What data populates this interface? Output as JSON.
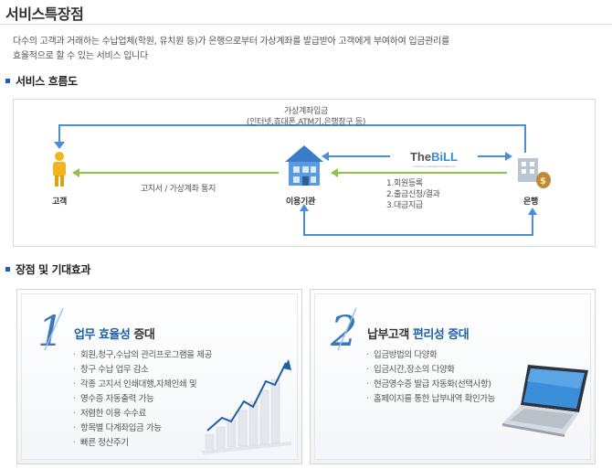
{
  "page": {
    "title": "서비스특장점",
    "intro_line1": "다수의 고객과 거래하는 수납업체(학원, 유치원 등)가 은행으로부터 가상계좌를 발급받아 고객에게 부여하여 입금관리를",
    "intro_line2": "효율적으로 할 수 있는 서비스 입니다"
  },
  "flow": {
    "heading": "서비스 흐름도",
    "customer_label": "고객",
    "institution_label": "이용기관",
    "bank_label": "은행",
    "top_label_line1": "가상계좌입금",
    "top_label_line2": "(인터넷,휴대폰,ATM기,은행창구 등)",
    "notice_label": "고지서 / 가상계좌 통지",
    "brand_the": "The",
    "brand_bill": "BiLL",
    "brand_sub": "collection management service",
    "steps": [
      "1.회원등록",
      "2.출금신청/결과",
      "3.대금지급"
    ]
  },
  "benefits": {
    "heading": "장점 및 기대효과",
    "cards": [
      {
        "number": "1",
        "title_hl": "업무 효율성",
        "title_rest": " 증대",
        "items": [
          "회원,청구,수납의 관리프로그램을 제공",
          "창구 수납 업무 감소",
          "각종 고지서 인쇄대행,자체인쇄 및",
          "영수증 자동출력 가능",
          "저렴한 이용 수수료",
          "항목별 다계좌입금 가능",
          "빠른 정산주기"
        ]
      },
      {
        "number": "2",
        "title_pre": "납부고객 ",
        "title_hl": "편리성 증대",
        "items": [
          "입금방법의 다양화",
          "입금시간,장소의 다양화",
          "현금영수증 발급 자동화(선택사항)",
          "홈페이지를 통한 납부내역 확인가능"
        ]
      }
    ]
  },
  "colors": {
    "accent_blue": "#1d5fa8",
    "arrow_blue": "#4a8fd6",
    "arrow_green": "#8cc34a",
    "person_yellow": "#f2b51f"
  }
}
